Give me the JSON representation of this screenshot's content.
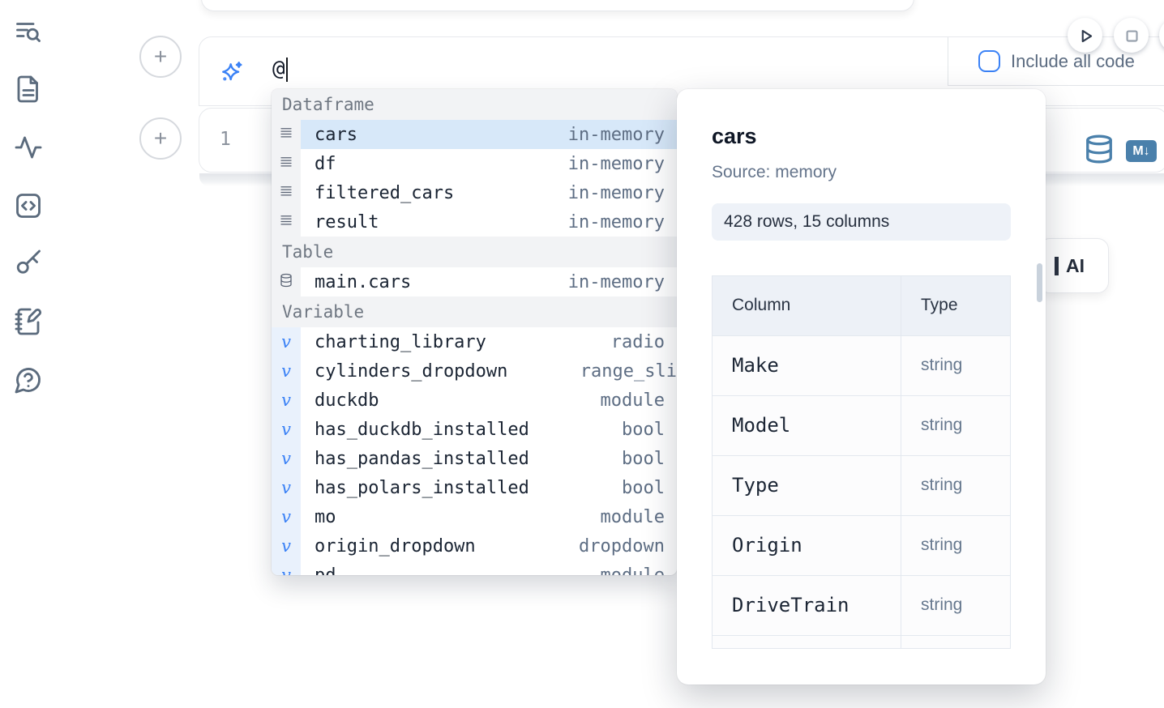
{
  "colors": {
    "accent_blue": "#3b82f6",
    "steel_blue": "#4a80ab",
    "selected_row": "#d7e8f9",
    "section_header_bg": "#f2f3f5"
  },
  "icons": {
    "sidebar": [
      "list-search",
      "file-text",
      "activity",
      "code-snippet",
      "key",
      "notebook-pen",
      "help-chat"
    ],
    "prompt": [
      "sparkles"
    ],
    "run_controls": [
      "play",
      "stop"
    ],
    "cell_actions": [
      "database",
      "markdown-export"
    ]
  },
  "prompt": {
    "typed_text": "@",
    "include_all_code_label": "Include all code",
    "checkbox_checked": false
  },
  "editor": {
    "line_number": "1"
  },
  "ai_button": {
    "label": "AI"
  },
  "autocomplete": {
    "sections": [
      {
        "label": "Dataframe",
        "items": [
          {
            "kind": "dataframe",
            "name": "cars",
            "type": "in-memory",
            "selected": true
          },
          {
            "kind": "dataframe",
            "name": "df",
            "type": "in-memory"
          },
          {
            "kind": "dataframe",
            "name": "filtered_cars",
            "type": "in-memory"
          },
          {
            "kind": "dataframe",
            "name": "result",
            "type": "in-memory"
          }
        ]
      },
      {
        "label": "Table",
        "items": [
          {
            "kind": "table",
            "name": "main.cars",
            "type": "in-memory"
          }
        ]
      },
      {
        "label": "Variable",
        "items": [
          {
            "kind": "variable",
            "name": "charting_library",
            "type": "radio"
          },
          {
            "kind": "variable",
            "name": "cylinders_dropdown",
            "type": "range_sli",
            "type_clipped": true
          },
          {
            "kind": "variable",
            "name": "duckdb",
            "type": "module"
          },
          {
            "kind": "variable",
            "name": "has_duckdb_installed",
            "type": "bool"
          },
          {
            "kind": "variable",
            "name": "has_pandas_installed",
            "type": "bool"
          },
          {
            "kind": "variable",
            "name": "has_polars_installed",
            "type": "bool"
          },
          {
            "kind": "variable",
            "name": "mo",
            "type": "module"
          },
          {
            "kind": "variable",
            "name": "origin_dropdown",
            "type": "dropdown"
          },
          {
            "kind": "variable",
            "name": "pd",
            "type": "module",
            "clipped": true
          }
        ]
      }
    ]
  },
  "preview": {
    "title": "cars",
    "source": "Source: memory",
    "shape": "428 rows, 15 columns",
    "table": {
      "headers": [
        "Column",
        "Type"
      ],
      "rows": [
        [
          "Make",
          "string"
        ],
        [
          "Model",
          "string"
        ],
        [
          "Type",
          "string"
        ],
        [
          "Origin",
          "string"
        ],
        [
          "DriveTrain",
          "string"
        ],
        [
          "",
          ""
        ]
      ]
    }
  }
}
